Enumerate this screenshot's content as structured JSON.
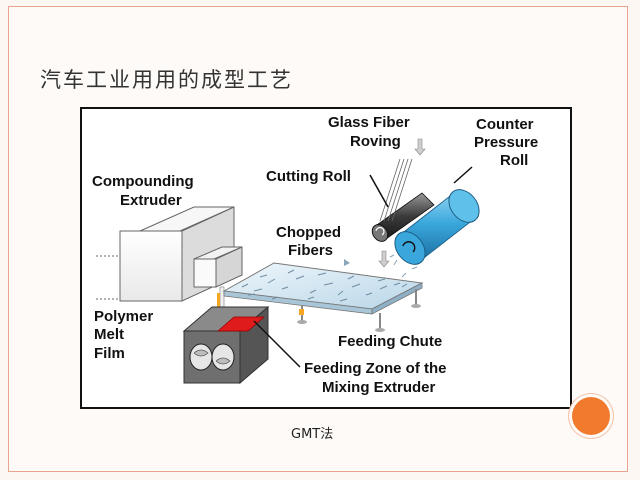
{
  "slide": {
    "title": "汽车工业用用的成型工艺",
    "caption": "GMT法"
  },
  "diagram": {
    "labels": {
      "compounding_line1": "Compounding",
      "compounding_line2": "Extruder",
      "polymer_line1": "Polymer",
      "polymer_line2": "Melt",
      "polymer_line3": "Film",
      "chopped_line1": "Chopped",
      "chopped_line2": "Fibers",
      "cutting_roll": "Cutting Roll",
      "glass_line1": "Glass Fiber",
      "glass_line2": "Roving",
      "counter_line1": "Counter",
      "counter_line2": "Pressure",
      "counter_line3": "Roll",
      "feeding_chute": "Feeding Chute",
      "feeding_zone_line1": "Feeding Zone of the",
      "feeding_zone_line2": "Mixing Extruder"
    }
  },
  "colors": {
    "frame_border": "#e8a48e",
    "accent_circle": "#f17a2c",
    "roll_blue": "#3aa7dc",
    "feed_red": "#e01b1b",
    "extruder_grey": "#6f6f6f"
  }
}
